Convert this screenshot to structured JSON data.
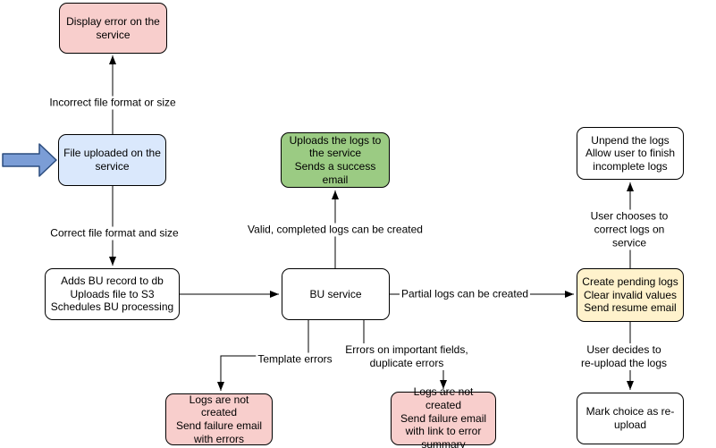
{
  "nodes": {
    "display_error": "Display error on the\nservice",
    "file_uploaded": "File uploaded on the\nservice",
    "adds_bu_record": "Adds BU record to db\nUploads file to S3\nSchedules BU processing",
    "uploads_logs_success": "Uploads the logs to\nthe service\nSends a success\nemail",
    "bu_service": "BU service",
    "unpend_logs": "Unpend the logs\nAllow user to finish\nincomplete logs",
    "create_pending_logs": "Create pending logs\nClear invalid values\nSend resume email",
    "mark_choice_reupload": "Mark choice as re-\nupload",
    "logs_not_created_errors": "Logs are not created\nSend failure email\nwith errors",
    "logs_not_created_summary": "Logs are not created\nSend failure email\nwith link to error\nsummary"
  },
  "edge_labels": {
    "incorrect_format": "Incorrect file format or size",
    "correct_format": "Correct file format and size",
    "valid_completed": "Valid, completed logs can be created",
    "partial_logs": "Partial logs can be created",
    "template_errors": "Template errors",
    "important_fields": "Errors on important fields,\nduplicate errors",
    "user_chooses_correct": "User chooses to correct logs on service",
    "user_decides_reupload": "User decides to re-upload the logs"
  },
  "colors": {
    "node_pink_fill": "#F8CECC",
    "node_blue_fill": "#DAE8FC",
    "node_green_fill": "#9BCB83",
    "node_yellow_fill": "#FFF2CC",
    "node_white_fill": "#FFFFFF",
    "node_border": "#000000",
    "edge_line": "#000000",
    "pointer_arrow_fill": "#7B9DD6",
    "pointer_arrow_stroke": "#2B4C7E"
  }
}
